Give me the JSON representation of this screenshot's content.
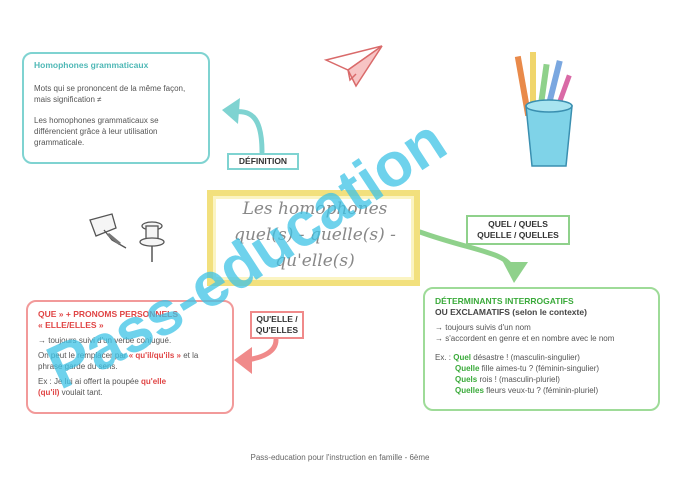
{
  "definition_box": {
    "title": "Homophones grammaticaux",
    "para1": "Mots qui se prononcent de la même façon, mais signification ≠",
    "para2": "Les homophones grammaticaux se différencient grâce à leur utilisation grammaticale."
  },
  "tags": {
    "definition": "DÉFINITION",
    "quel_line1": "QUEL / QUELS",
    "quel_line2": "QUELLE / QUELLES",
    "quelle_line1": "QU'ELLE /",
    "quelle_line2": "QU'ELLES"
  },
  "center": {
    "line1": "Les homophones",
    "line2": "quel(s) - quelle(s) -",
    "line3": "qu'elle(s)"
  },
  "red_box": {
    "title_line1": "QUE » + PRONOMS PERSONNELS",
    "title_line2": "« ELLE/ELLES »",
    "item1": "→ toujours suivi d'un verbe conjugué.",
    "item2_pre": "On peut le remplacer par ",
    "item2_red": "« qu'il/qu'ils »",
    "item2_post": " et la phrase garde du sens.",
    "ex_pre": "Ex : Je lui ai offert la poupée ",
    "ex_word1": "qu'elle",
    "ex_word2": "(qu'il)",
    "ex_post": " voulait tant."
  },
  "green_box": {
    "title_line1": "DÉTERMINANTS INTERROGATIFS",
    "title_line2": "OU EXCLAMATIFS",
    "title_note": " (selon le contexte)",
    "item1": "→ toujours suivis d'un nom",
    "item2": "→ s'accordent en genre et en nombre avec le nom",
    "ex_label": "Ex. : ",
    "examples": [
      {
        "word": "Quel",
        "rest": " désastre ! (masculin-singulier)"
      },
      {
        "word": "Quelle",
        "rest": " fille aimes-tu ? (féminin-singulier)"
      },
      {
        "word": "Quels",
        "rest": " rois ! (masculin-pluriel)"
      },
      {
        "word": "Quelles",
        "rest": " fleurs veux-tu ? (féminin-pluriel)"
      }
    ]
  },
  "watermark": "Pass-education",
  "footer": "Pass-education pour l'instruction en famille - 6ème",
  "colors": {
    "teal": "#7fd3d1",
    "green": "#8fd18b",
    "red": "#f08a8a",
    "frame": "#f2e07d",
    "watermark_blue": "#3ec3e6",
    "watermark_orange": "#ff8a66"
  },
  "icons": [
    "paper-plane-icon",
    "pencil-cup-icon",
    "pushpin-icon",
    "pushpin-icon"
  ]
}
